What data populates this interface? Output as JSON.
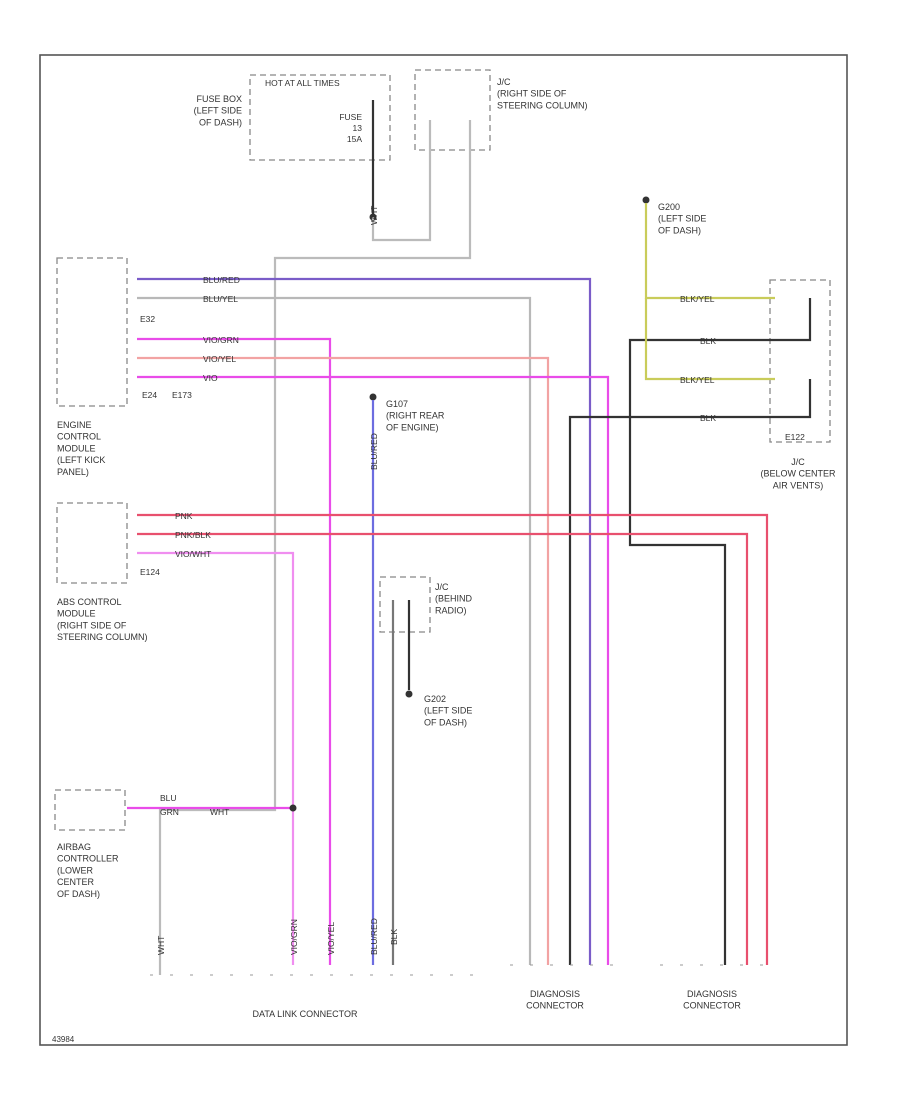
{
  "components": {
    "fuse_box": "FUSE BOX\n(LEFT SIDE\nOF DASH)",
    "hot_all_times": "HOT AT ALL TIMES",
    "fuse": "FUSE\n13\n15A",
    "jc_top": "J/C\n(RIGHT SIDE OF\nSTEERING COLUMN)",
    "g200_top": "G200\n(LEFT SIDE\nOF DASH)",
    "ecm": "ENGINE\nCONTROL\nMODULE\n(LEFT KICK\nPANEL)",
    "ecm_conn": "E32",
    "ecm_splices": [
      "E24",
      "E173"
    ],
    "g107": "G107\n(RIGHT REAR\nOF ENGINE)",
    "jc_right": "J/C\n(BELOW CENTER\nAIR VENTS)",
    "jc_right_conn": "E122",
    "abs": "ABS CONTROL\nMODULE\n(RIGHT SIDE OF\nSTEERING COLUMN)",
    "abs_conn": "E124",
    "jc_mid": "J/C\n(BEHIND\nRADIO)",
    "g202": "G202\n(LEFT SIDE\nOF DASH)",
    "airbag": "AIRBAG\nCONTROLLER\n(LOWER\nCENTER\nOF DASH)",
    "dlc": "DATA LINK CONNECTOR",
    "diag1": "DIAGNOSIS\nCONNECTOR",
    "diag2": "DIAGNOSIS\nCONNECTOR",
    "figure_id": "43984"
  },
  "wires": {
    "ecm_1": "BLU/RED",
    "ecm_2": "BLU/YEL",
    "ecm_3": "VIO/GRN",
    "ecm_4": "VIO/YEL",
    "ecm_5": "VIO",
    "abs_1": "PNK",
    "abs_2": "PNK/BLK",
    "abs_3": "VIO/WHT",
    "jc_1": "BLK/YEL",
    "jc_2": "BLK",
    "jc_3": "BLK/YEL",
    "jc_4": "BLK",
    "airbag_1": "BLU",
    "airbag_2": "GRN",
    "airbag_3": "WHT",
    "fuse_out": "WHT",
    "g107_wire": "BLU/RED",
    "dlc_wht": "WHT",
    "dlc_vio_grn": "VIO/GRN",
    "dlc_vio": "VIO/YEL",
    "dlc_blu_red": "BLU/RED",
    "dlc_blk": "BLK"
  },
  "colors": {
    "purple": "#7a5cc8",
    "grey": "#a8a8a8",
    "magenta": "#e94ce9",
    "salmon": "#f2a3a3",
    "red": "#e8506e",
    "dark": "#333333",
    "olive": "#c9cc5a",
    "violet_light": "#f08ef0",
    "blue": "#6d6de0"
  }
}
